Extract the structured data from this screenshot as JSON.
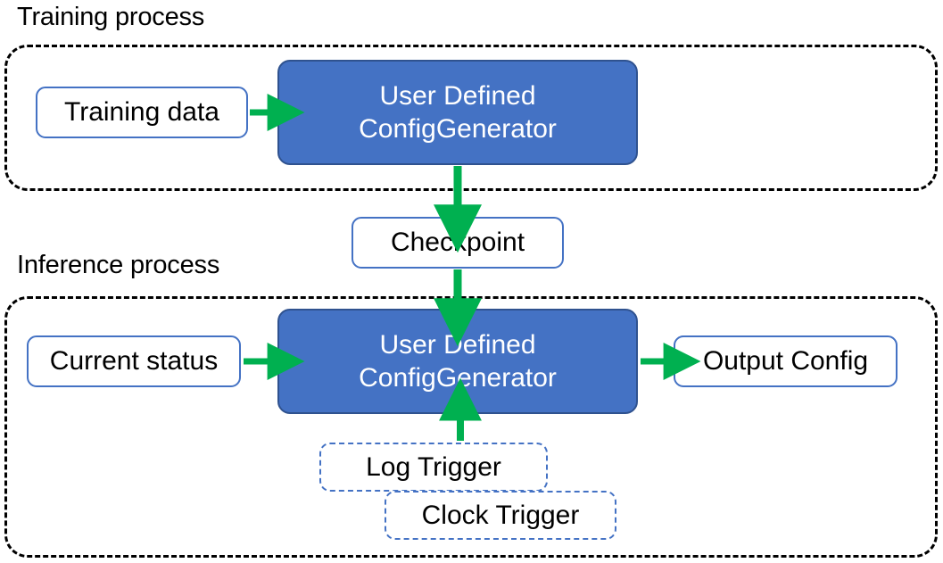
{
  "diagram": {
    "title_training": "Training process",
    "title_inference": "Inference process",
    "accent_blue": "#4472C4",
    "accent_blue_border": "#2F528F",
    "arrow_green": "#00B050",
    "container_border": "#000000",
    "background": "#FFFFFF"
  },
  "training": {
    "label": "Training process",
    "input_node": "Training data",
    "process_node_line1": "User Defined",
    "process_node_line2": "ConfigGenerator"
  },
  "bridge": {
    "checkpoint_node": "Checkpoint"
  },
  "inference": {
    "label": "Inference process",
    "input_node": "Current status",
    "process_node_line1": "User Defined",
    "process_node_line2": "ConfigGenerator",
    "output_node": "Output Config",
    "trigger_primary": "Log Trigger",
    "trigger_secondary": "Clock Trigger"
  },
  "arrows": [
    {
      "name": "training-data-to-generator",
      "from": "Training data",
      "to": "User Defined ConfigGenerator",
      "direction": "right"
    },
    {
      "name": "generator-to-checkpoint",
      "from": "User Defined ConfigGenerator",
      "to": "Checkpoint",
      "direction": "down"
    },
    {
      "name": "checkpoint-to-inference-generator",
      "from": "Checkpoint",
      "to": "User Defined ConfigGenerator",
      "direction": "down"
    },
    {
      "name": "current-status-to-generator",
      "from": "Current status",
      "to": "User Defined ConfigGenerator",
      "direction": "right"
    },
    {
      "name": "generator-to-output-config",
      "from": "User Defined ConfigGenerator",
      "to": "Output Config",
      "direction": "right"
    },
    {
      "name": "log-trigger-to-generator",
      "from": "Log Trigger",
      "to": "User Defined ConfigGenerator",
      "direction": "up"
    }
  ]
}
